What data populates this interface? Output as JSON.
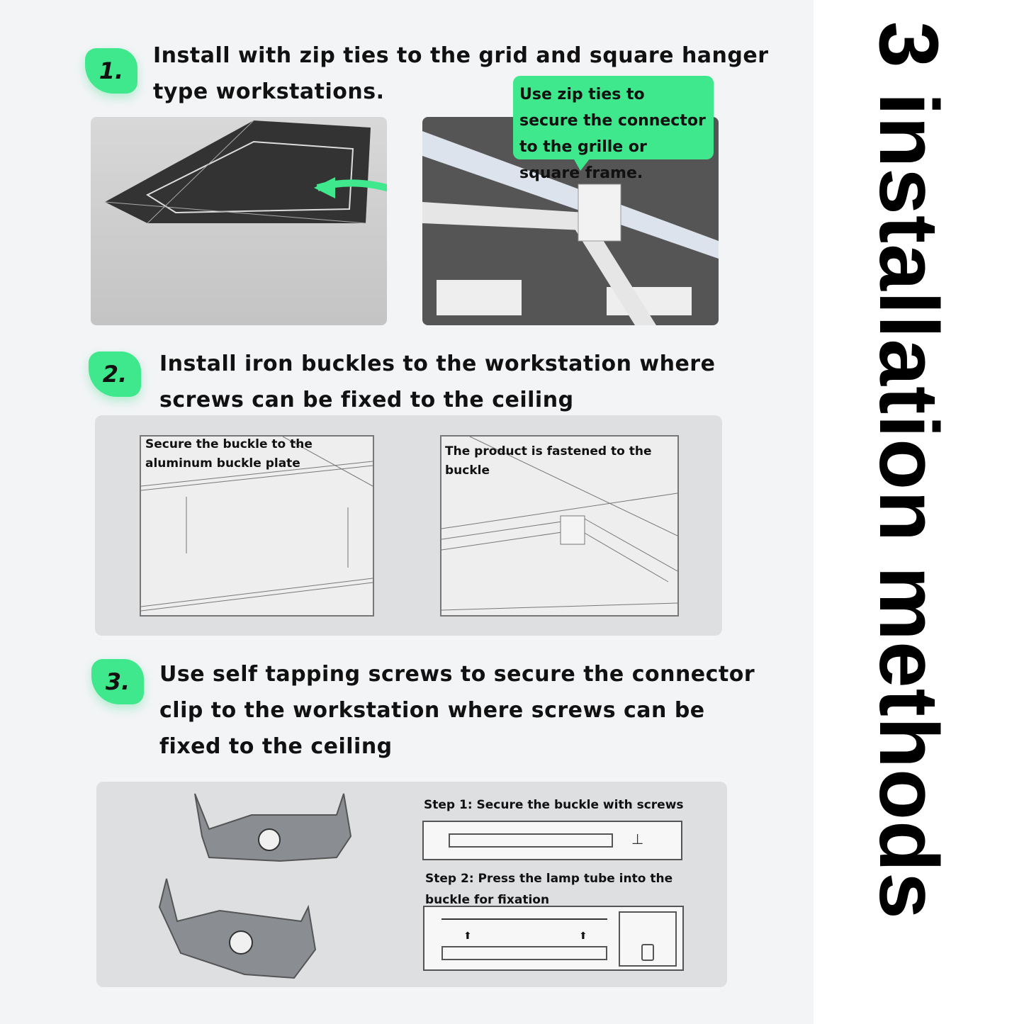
{
  "title": "3 installation methods",
  "steps": [
    {
      "number": "1.",
      "text_line1": "Install with zip ties to the grid and square hanger",
      "text_line2": "type workstations.",
      "callout": "Use zip ties to secure the connector to the grille or square frame."
    },
    {
      "number": "2.",
      "text_line1": "Install iron buckles to the workstation where",
      "text_line2": "screws can be fixed to the ceiling",
      "diagram1_caption": "Secure the buckle to the aluminum buckle plate",
      "diagram2_caption": "The product is fastened to the buckle"
    },
    {
      "number": "3.",
      "text_line1": "Use self tapping screws to secure the connector",
      "text_line2": "clip to the workstation where screws can be",
      "text_line3": "fixed to the ceiling",
      "step1_caption": "Step 1: Secure the buckle with screws",
      "step2_caption": "Step 2: Press the lamp tube into the buckle for fixation"
    }
  ],
  "colors": {
    "accent": "#3fe88c"
  }
}
